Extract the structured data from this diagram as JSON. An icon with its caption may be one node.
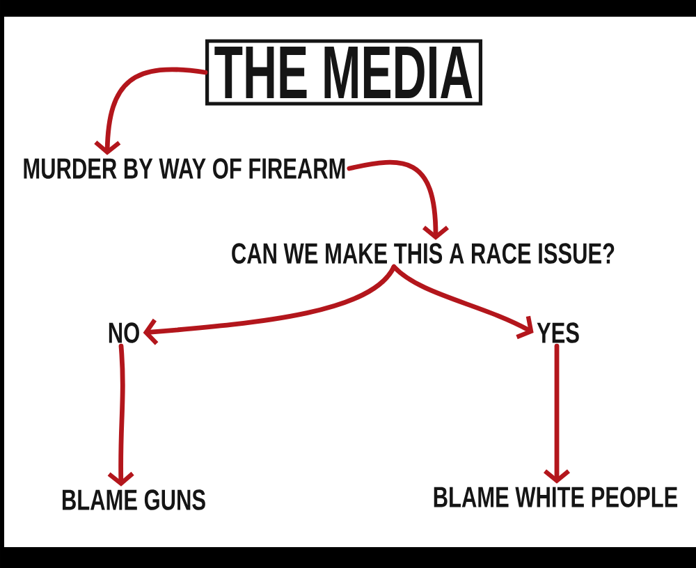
{
  "diagram": {
    "nodes": [
      {
        "text": [
          "THE MEDIA"
        ]
      },
      {
        "text": [
          "MURDER BY WAY OF FIREARM"
        ]
      },
      {
        "text": [
          "CAN WE MAKE THIS A RACE ISSUE?"
        ]
      },
      {
        "text": [
          "NO"
        ]
      },
      {
        "text": [
          "YES"
        ]
      },
      {
        "text": [
          "BLAME GUNS"
        ]
      },
      {
        "text": [
          "BLAME WHITE PEOPLE"
        ]
      }
    ],
    "edges": [
      {
        "from": 0,
        "to": 1,
        "arrow": "to"
      },
      {
        "from": 1,
        "to": 2,
        "arrow": "to"
      },
      {
        "from": 2,
        "to": 3,
        "arrow": "to"
      },
      {
        "from": 2,
        "to": 4,
        "arrow": "to"
      },
      {
        "from": 3,
        "to": 5,
        "arrow": "to"
      },
      {
        "from": 4,
        "to": 6,
        "arrow": "to"
      }
    ]
  }
}
